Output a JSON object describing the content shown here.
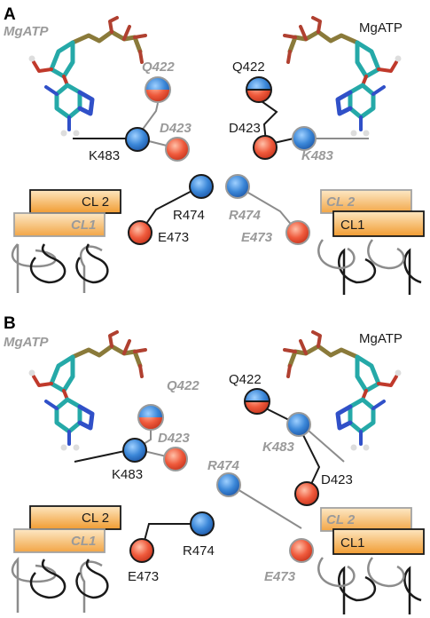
{
  "panels": [
    {
      "letter": "A",
      "labels": {
        "mgatp_left": "MgATP",
        "mgatp_right": "MgATP",
        "q422_left": "Q422",
        "q422_right": "Q422",
        "d423_left": "D423",
        "d423_right": "D423",
        "k483_left": "K483",
        "k483_right": "K483",
        "r474_left": "R474",
        "r474_right": "R474",
        "e473_left": "E473",
        "e473_right": "E473",
        "cl2_left": "CL 2",
        "cl1_left": "CL1",
        "cl2_right": "CL 2",
        "cl1_right": "CL1"
      }
    },
    {
      "letter": "B",
      "labels": {
        "mgatp_left": "MgATP",
        "mgatp_right": "MgATP",
        "q422_left": "Q422",
        "q422_right": "Q422",
        "d423_left": "D423",
        "d423_right": "D423",
        "k483_left": "K483",
        "k483_right": "K483",
        "r474_center": "R474",
        "r474_left": "R474",
        "e473_left": "E473",
        "e473_right": "E473",
        "cl2_left": "CL 2",
        "cl1_left": "CL1",
        "cl2_right": "CL 2",
        "cl1_right": "CL1"
      }
    }
  ],
  "colors": {
    "basic_residue": "#3b87d8",
    "acidic_residue": "#e8523a",
    "loop_box": "#f4a53b",
    "active_stroke": "#1a1a1a",
    "inactive_stroke": "#8c8c8c"
  }
}
